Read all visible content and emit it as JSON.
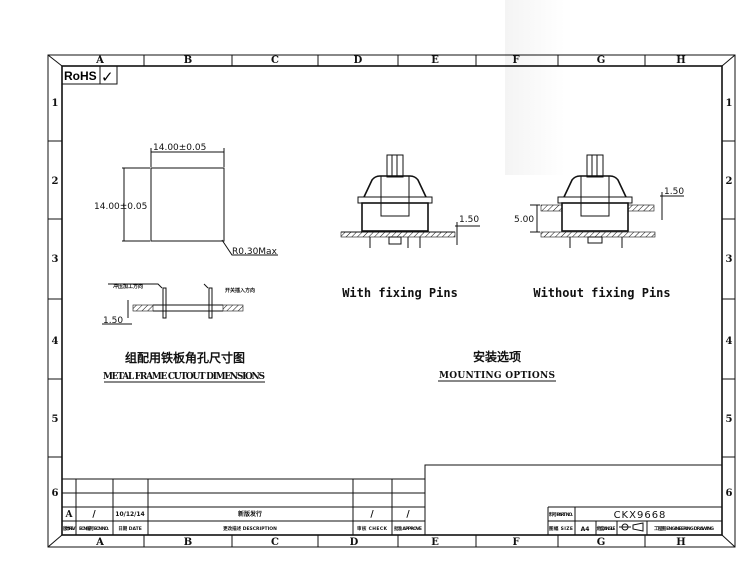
{
  "sheet": {
    "columns": [
      "A",
      "B",
      "C",
      "D",
      "E",
      "F",
      "G",
      "H"
    ],
    "rows": [
      "1",
      "2",
      "3",
      "4",
      "5",
      "6"
    ],
    "rohs": "RoHS",
    "rohs_check": "✓"
  },
  "cutout": {
    "width_dim": "14.00±0.05",
    "height_dim": "14.00±0.05",
    "radius_dim": "R0.30Max",
    "thickness_dim": "1.50",
    "label_left": "冲压加工方向",
    "label_right": "开关插入方向",
    "title_cn": "组配用铁板角孔尺寸图",
    "title_en": "METAL FRAME CUTOUT DIMENSIONS"
  },
  "mounting": {
    "with_pins_label": "With fixing Pins",
    "without_pins_label": "Without fixing Pins",
    "plate_dim_left": "1.50",
    "plate_dim_right": "1.50",
    "height_dim": "5.00",
    "title_cn": "安装选项",
    "title_en": "MOUNTING OPTIONS"
  },
  "title_block": {
    "rev": "A",
    "ecn": "/",
    "date": "10/12/14",
    "description": "新版发行",
    "check": "/",
    "approve": "/",
    "rev_label": "版本 REV.",
    "ecn_label": "ECN编号 ECN NO.",
    "date_label": "日期 DATE",
    "description_label": "更改描述 DESCRIPTION",
    "check_label": "审核 CHECK",
    "approve_label": "批准 APPROVE",
    "part_no_label": "料号 PART NO.",
    "part_no": "CKX9668",
    "size_label": "图幅 SIZE",
    "size": "A4",
    "angle_label": "角度 ANGLE",
    "drawing_label": "工程图 ENGINEERING DRAWING"
  }
}
